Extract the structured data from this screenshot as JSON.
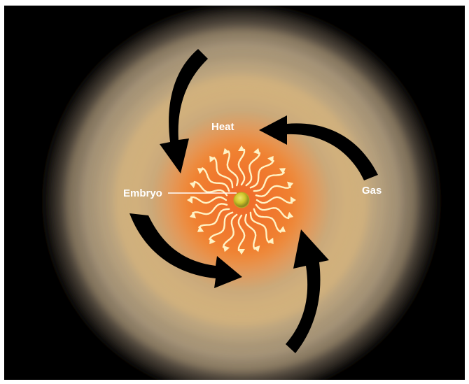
{
  "labels": {
    "heat": "Heat",
    "embryo": "Embryo",
    "gas": "Gas"
  },
  "colors": {
    "background": "#000000",
    "outer_disk": "#b9a98a",
    "inner_glow": "#f07a2c",
    "heat_arrows": "#fff2c4",
    "embryo": "#d6cf2a",
    "gas_arrows": "#000000",
    "label_text": "#ffffff"
  }
}
